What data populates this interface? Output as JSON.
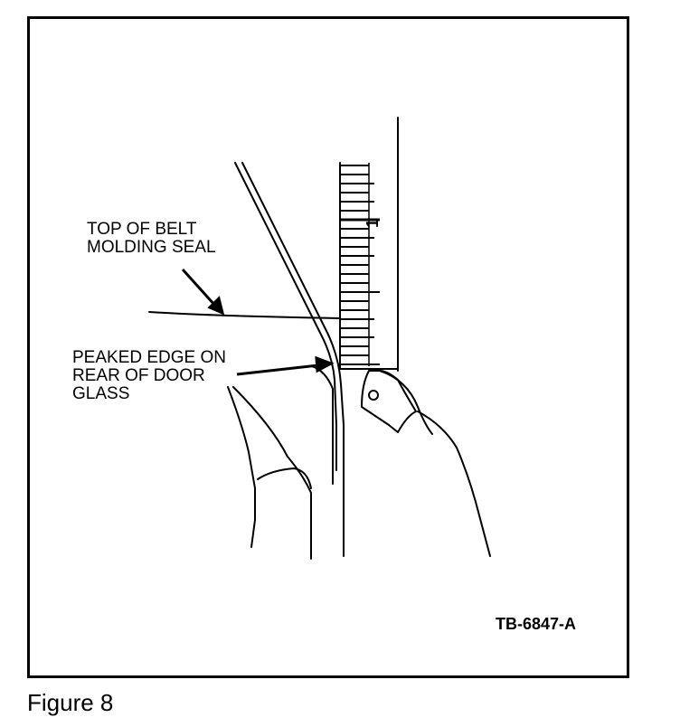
{
  "labels": {
    "belt_seal": [
      "TOP OF BELT",
      "MOLDING SEAL"
    ],
    "peaked_edge": [
      "PEAKED EDGE ON",
      "REAR OF DOOR",
      "GLASS"
    ]
  },
  "ruler": {
    "major_mark_label": "1"
  },
  "figure_code": "TB-6847-A",
  "caption": "Figure 8"
}
